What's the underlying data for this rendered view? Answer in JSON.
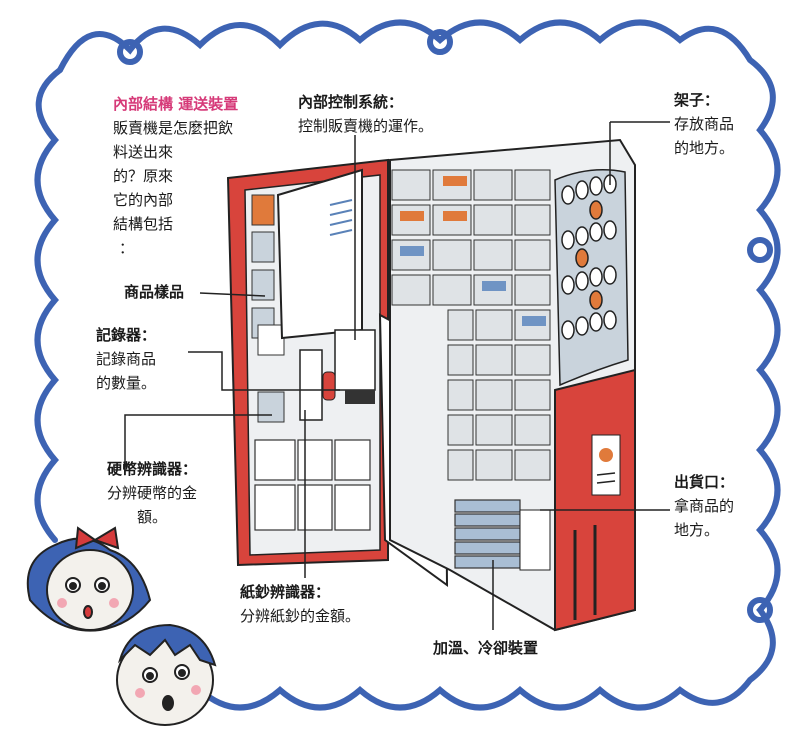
{
  "colors": {
    "border": "#3d63b3",
    "cabinet": "#d8443c",
    "shelf": "#dfe3e6",
    "accent": "#e07a3b",
    "title": "#d63b79"
  },
  "heading": {
    "title": "內部結構 運送裝置",
    "intro": [
      "販賣機是怎麼把飲",
      "料送出來",
      "的？原來",
      "它的內部",
      "結構包括",
      "："
    ]
  },
  "labels": {
    "control": {
      "title": "內部控制系統：",
      "desc": [
        "控制販賣機的運作。"
      ]
    },
    "shelf": {
      "title": "架子：",
      "desc": [
        "存放商品",
        "的地方。"
      ]
    },
    "samples": {
      "title": "商品樣品",
      "desc": []
    },
    "recorder": {
      "title": "記錄器：",
      "desc": [
        "記錄商品",
        "的數量。"
      ]
    },
    "coin": {
      "title": "硬幣辨識器：",
      "desc": [
        "分辨硬幣的金",
        "額。"
      ]
    },
    "outlet": {
      "title": "出貨口：",
      "desc": [
        "拿商品的",
        "地方。"
      ]
    },
    "bill": {
      "title": "紙鈔辨識器：",
      "desc": [
        "分辨紙鈔的金額。"
      ]
    },
    "temp": {
      "title": "加溫、冷卻裝置",
      "desc": []
    }
  },
  "icons": [
    "cloud-border",
    "vending-machine",
    "girl-face-icon",
    "boy-face-icon"
  ]
}
